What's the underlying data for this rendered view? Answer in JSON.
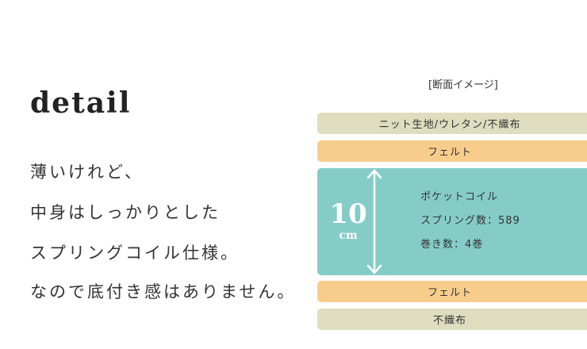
{
  "heading": "detail",
  "description": [
    "薄いけれど、",
    "中身はしっかりとした",
    "スプリングコイル仕様。",
    "なので底付き感はありません。"
  ],
  "diagram": {
    "title": "[断面イメージ]",
    "layers": {
      "top_cover": "ニット生地/ウレタン/不織布",
      "felt_top": "フェルト",
      "felt_bottom": "フェルト",
      "bottom_cover": "不織布"
    },
    "core": {
      "thickness_value": "10",
      "thickness_unit": "cm",
      "specs": [
        "ポケットコイル",
        "スプリング数：589",
        "巻き数：4巻"
      ]
    }
  },
  "colors": {
    "cover": "#deddbf",
    "felt": "#f8cd8c",
    "core": "#85ccc9",
    "arrow": "#ffffff"
  }
}
